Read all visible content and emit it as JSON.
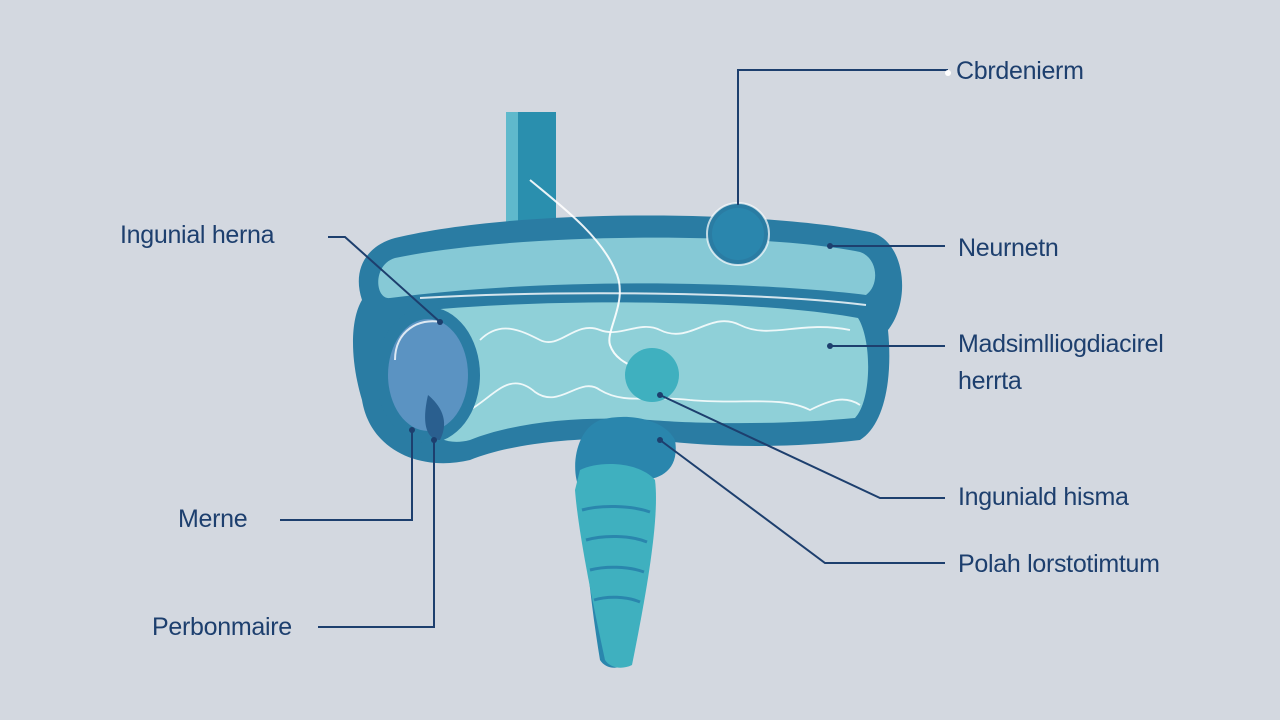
{
  "labels": {
    "top_right": "Cbrdenierm",
    "right_1": "Neurnetn",
    "right_2_line1": "Madsimlliogdiacirel",
    "right_2_line2": "herrta",
    "right_3": "Inguniald hisma",
    "right_4": "Polah lorstotimtum",
    "left_1": "Ingunial herna",
    "left_2": "Merne",
    "left_3": "Perbonmaire"
  },
  "colors": {
    "background": "#d3d8e0",
    "outline_dark": "#2a7ca3",
    "fill_light": "#86c9d6",
    "fill_teal": "#3fb0bf",
    "fill_blue": "#5b93c2",
    "leader_line": "#1d3f6e"
  }
}
